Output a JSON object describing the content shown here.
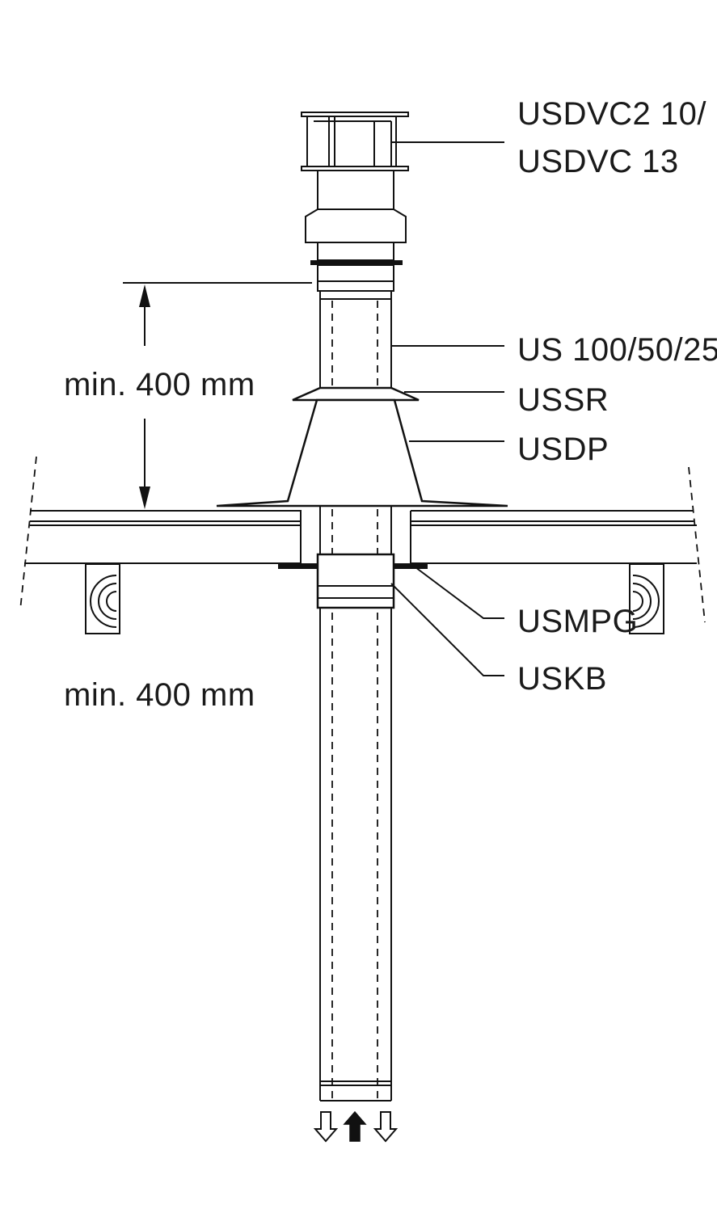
{
  "labels": {
    "cap_line1": "USDVC2 10/",
    "cap_line2": "USDVC 13",
    "pipe": "US 100/50/25",
    "storm_collar": "USSR",
    "flashing": "USDP",
    "plate": "USMPG",
    "bracket": "USKB"
  },
  "dimensions": {
    "upper": "min. 400 mm",
    "lower": "min. 400 mm"
  },
  "colors": {
    "line": "#111111",
    "text": "#1a1a1a",
    "background": "#ffffff"
  },
  "icons": [
    "outlet-arrow-down-icon",
    "inlet-arrow-up-icon",
    "outlet-arrow-down-icon"
  ]
}
